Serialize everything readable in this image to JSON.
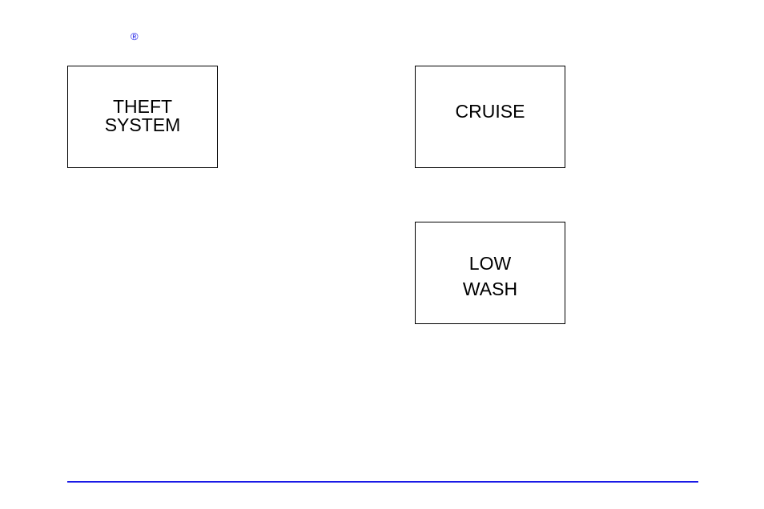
{
  "registered_mark": "®",
  "indicators": [
    {
      "lines": [
        "THEFT",
        "SYSTEM"
      ]
    },
    {
      "lines": [
        "CRUISE"
      ]
    },
    {
      "lines": [
        "LOW",
        "WASH"
      ]
    }
  ],
  "colors": {
    "accent": "#1a1ae6",
    "text": "#000000",
    "border": "#000000",
    "background": "#ffffff"
  }
}
